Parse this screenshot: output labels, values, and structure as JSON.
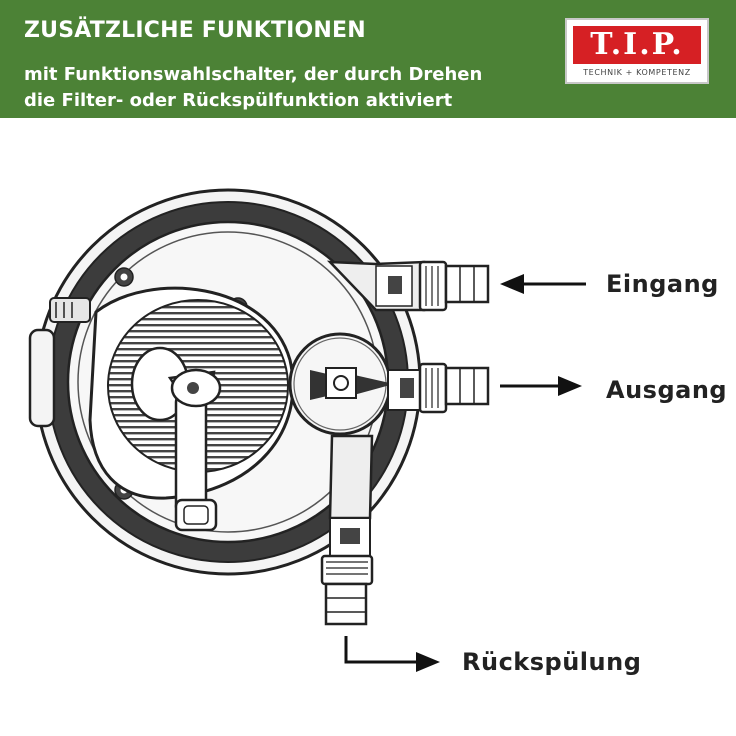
{
  "header": {
    "title": "ZUSÄTZLICHE FUNKTIONEN",
    "subtitle_line1": "mit Funktionswahlschalter, der durch Drehen",
    "subtitle_line2": "die Filter- oder Rückspülfunktion aktiviert"
  },
  "logo": {
    "brand": "T.I.P.",
    "tagline": "TECHNIK + KOMPETENZ"
  },
  "labels": {
    "inlet": "Eingang",
    "outlet": "Ausgang",
    "backwash": "Rückspülung"
  },
  "colors": {
    "banner": "#4c8236",
    "logo_red": "#d62024"
  }
}
